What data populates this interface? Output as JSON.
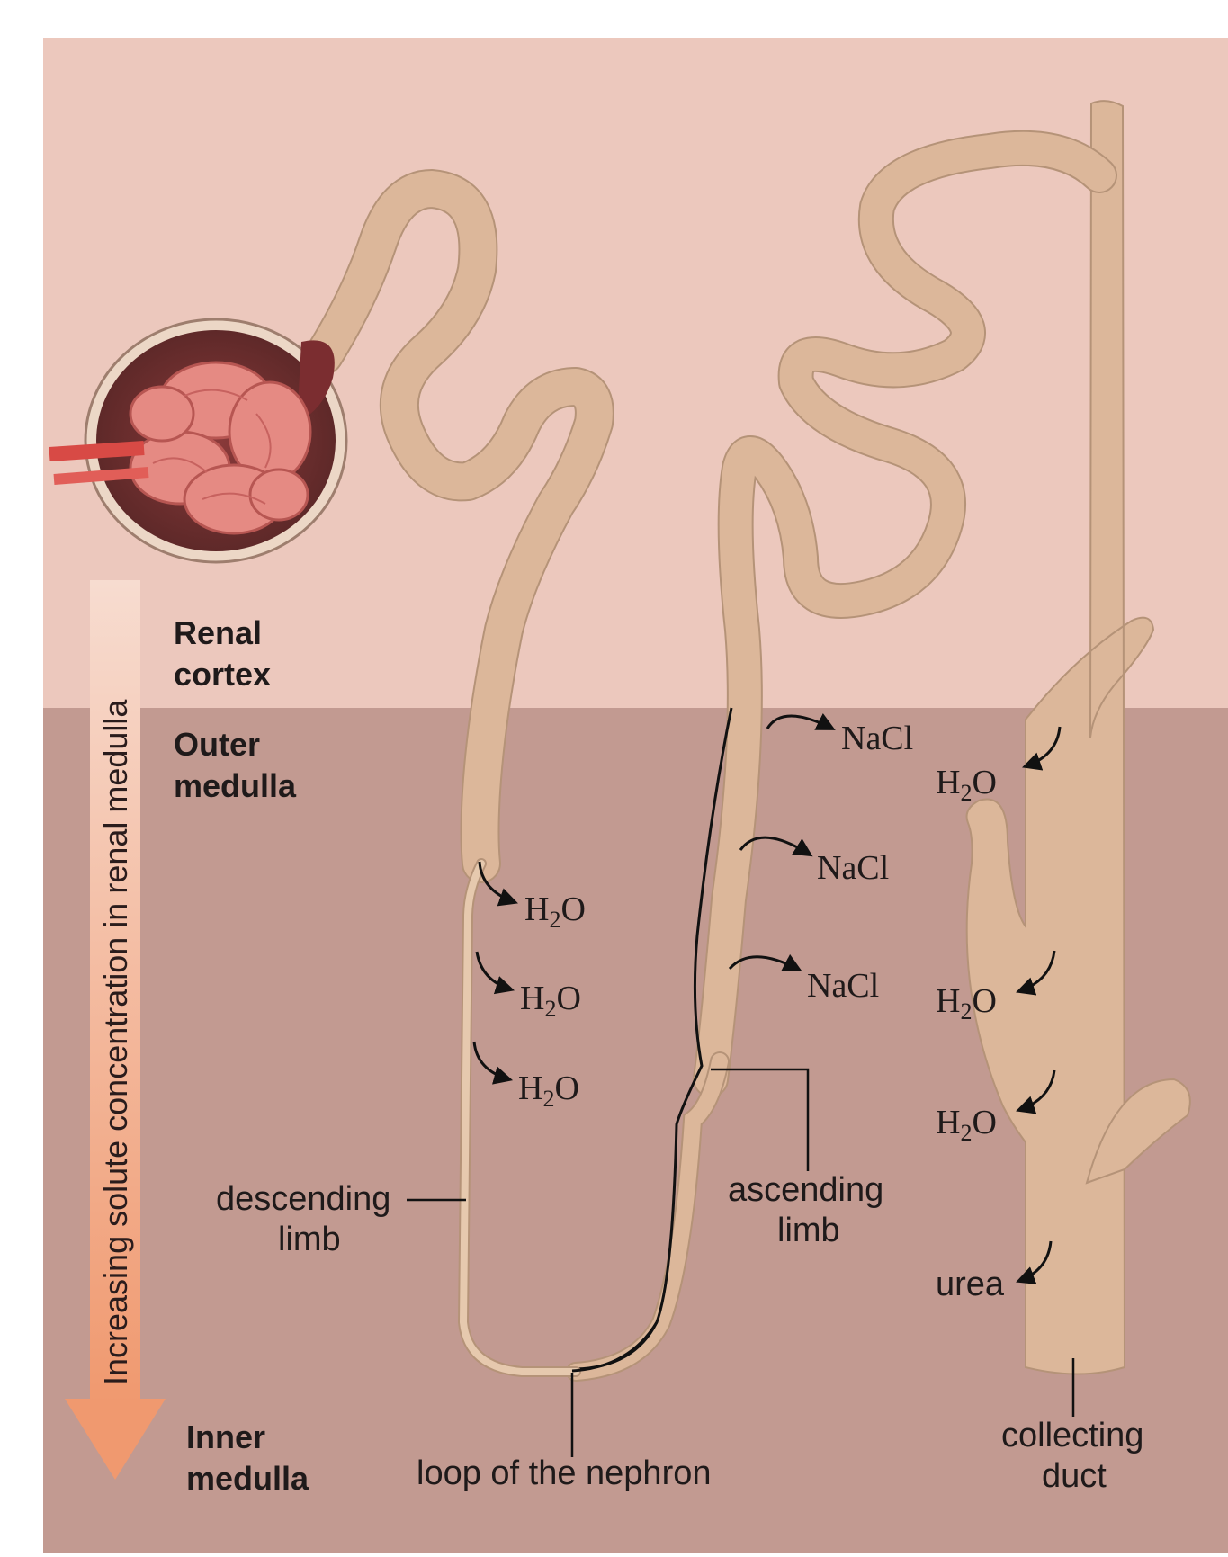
{
  "zones": {
    "cortex": [
      "Renal",
      "cortex"
    ],
    "outer": [
      "Outer",
      "medulla"
    ],
    "inner": [
      "Inner",
      "medulla"
    ]
  },
  "gradient_label": "Increasing solute concentration in renal medulla",
  "labels": {
    "descending": [
      "descending",
      "limb"
    ],
    "ascending": [
      "ascending",
      "limb"
    ],
    "loop": "loop of the nephron",
    "collecting": [
      "collecting",
      "duct"
    ]
  },
  "substances": {
    "water_prefix": "H",
    "water_sub": "2",
    "water_suffix": "O",
    "salt": "NaCl",
    "urea": "urea"
  },
  "colors": {
    "cortex_bg": "#ecc8bd",
    "medulla_bg": "#c29a91",
    "tubule": "#dcb79a",
    "gradient_arrow": "#f2a47f"
  }
}
